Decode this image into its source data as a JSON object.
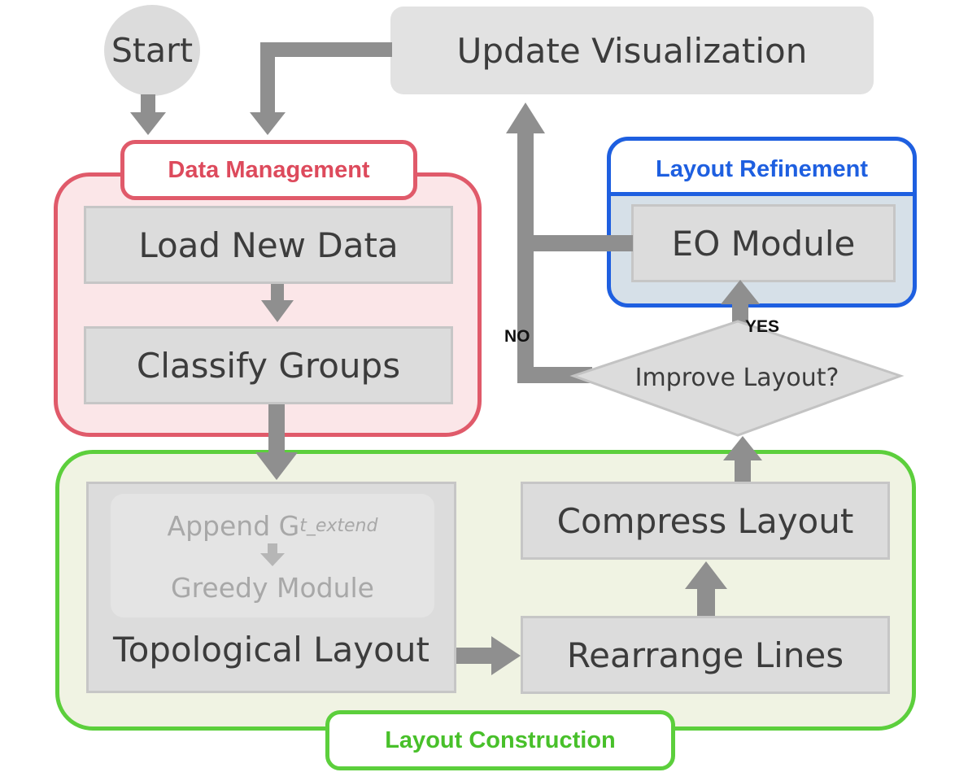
{
  "nodes": {
    "start": "Start",
    "update_visualization": "Update Visualization",
    "load_new_data": "Load New Data",
    "classify_groups": "Classify Groups",
    "eo_module": "EO Module",
    "improve_layout": "Improve Layout?",
    "append_prefix": "Append G",
    "append_subscript": "t_extend",
    "greedy_module": "Greedy Module",
    "topological_layout": "Topological Layout",
    "rearrange_lines": "Rearrange Lines",
    "compress_layout": "Compress Layout"
  },
  "groups": {
    "data_management": "Data Management",
    "layout_refinement": "Layout Refinement",
    "layout_construction": "Layout Construction"
  },
  "branch_labels": {
    "no": "NO",
    "yes": "YES"
  },
  "colors": {
    "data_management": "#e05a6a",
    "layout_refinement": "#1e5fe0",
    "layout_construction": "#5ccf3c",
    "arrow": "#8f8f8f"
  }
}
